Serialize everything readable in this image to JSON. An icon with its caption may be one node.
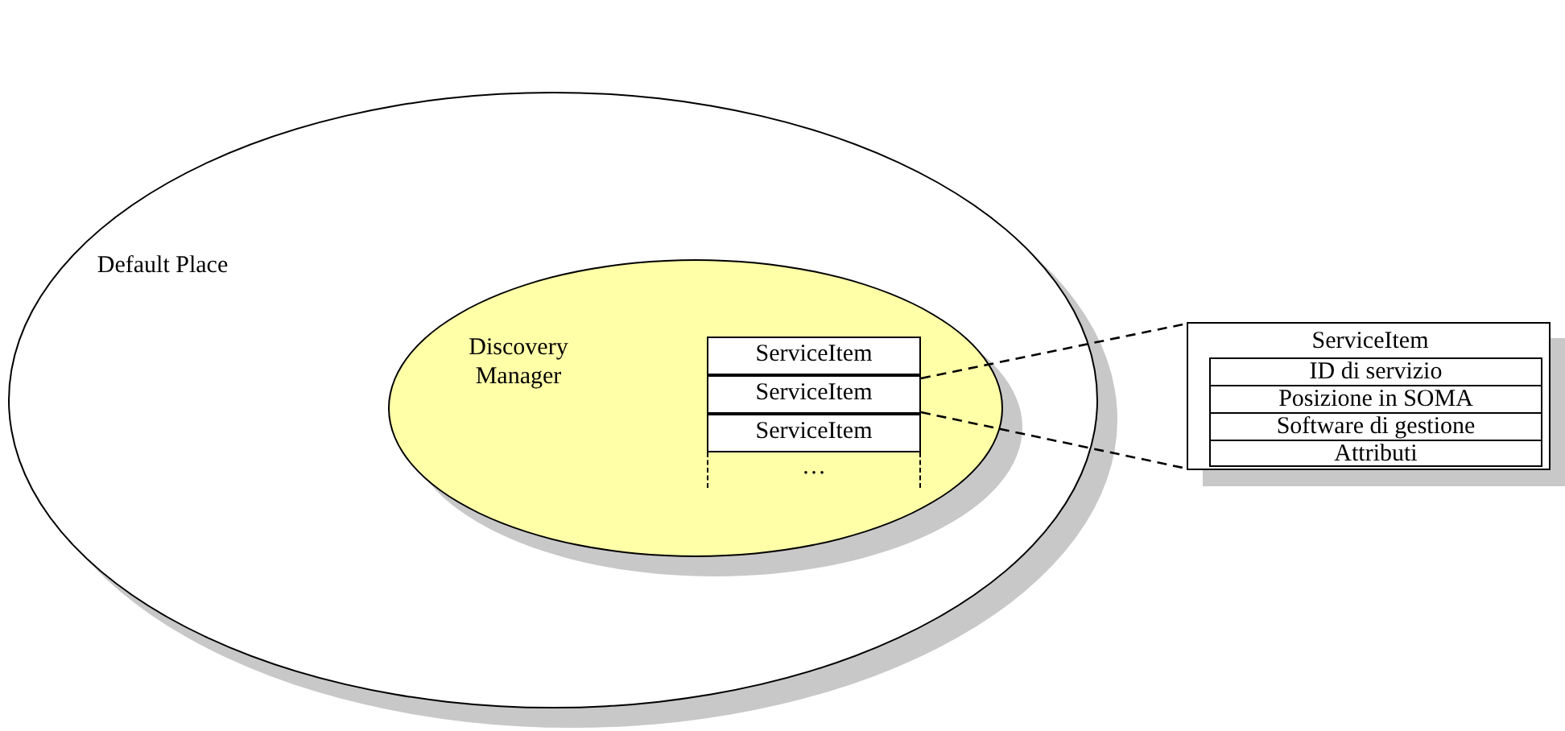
{
  "diagram": {
    "nodes": [
      {
        "text": [
          "Default Place"
        ]
      },
      {
        "text": [
          "Discovery Manager"
        ],
        "in": 0
      },
      {
        "text": [
          "ServiceItem"
        ],
        "in": 1
      },
      {
        "text": [
          "ServiceItem"
        ],
        "in": 1
      },
      {
        "text": [
          "ServiceItem"
        ],
        "in": 1
      },
      {
        "text": [
          "…"
        ],
        "in": 1
      },
      {
        "text": [
          "ServiceItem"
        ]
      },
      {
        "text": [
          "ID di servizio"
        ],
        "in": 6
      },
      {
        "text": [
          "Posizione in SOMA"
        ],
        "in": 6
      },
      {
        "text": [
          "Software di gestione"
        ],
        "in": 6
      },
      {
        "text": [
          "Attributi"
        ],
        "in": 6
      }
    ],
    "edges": [
      {
        "from": 3,
        "to": 6,
        "arrow": "none",
        "style": "dashed"
      },
      {
        "from": 3,
        "to": 6,
        "arrow": "none",
        "style": "dashed"
      }
    ]
  }
}
